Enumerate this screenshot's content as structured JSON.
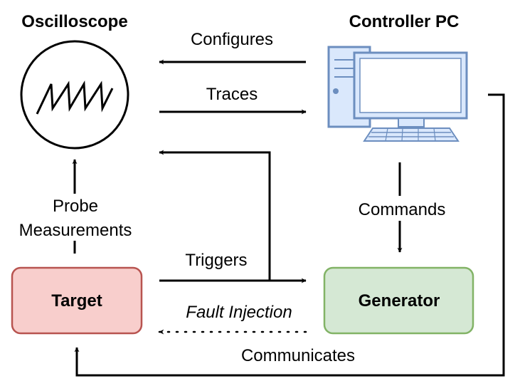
{
  "nodes": {
    "oscilloscope": {
      "title": "Oscilloscope"
    },
    "controller": {
      "title": "Controller PC"
    },
    "target": {
      "label": "Target",
      "fill": "#f8cecc",
      "stroke": "#b85450"
    },
    "generator": {
      "label": "Generator",
      "fill": "#d5e8d4",
      "stroke": "#82b366"
    }
  },
  "edges": {
    "configures": "Configures",
    "traces": "Traces",
    "commands": "Commands",
    "probe_line1": "Probe",
    "probe_line2": "Measurements",
    "triggers": "Triggers",
    "fault_injection": "Fault Injection",
    "communicates": "Communicates"
  },
  "colors": {
    "pc_stroke": "#6c8ebf",
    "pc_fill": "#dae8fc"
  }
}
